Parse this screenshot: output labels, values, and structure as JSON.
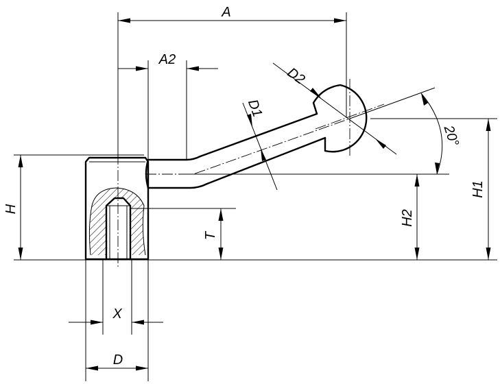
{
  "diagram": {
    "labels": {
      "A": "A",
      "A2": "A2",
      "D1": "D1",
      "D2": "D2",
      "angle": "20°",
      "H": "H",
      "H1": "H1",
      "H2": "H2",
      "T": "T",
      "X": "X",
      "D": "D"
    },
    "colors": {
      "line": "#000000",
      "background": "#ffffff"
    }
  }
}
